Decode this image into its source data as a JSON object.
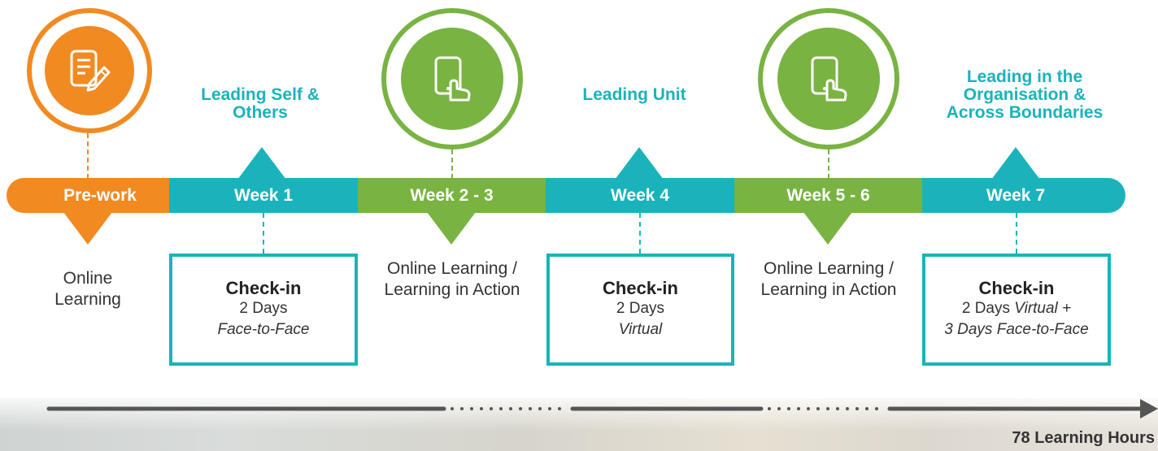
{
  "colors": {
    "orange": "#f18a21",
    "teal": "#1ab3bb",
    "green": "#79b342",
    "arrow": "#555555"
  },
  "icons": [
    "edit-document-icon",
    "tablet-touch-icon",
    "tablet-touch-icon"
  ],
  "phases": [
    {
      "label": "Pre-work",
      "color": "orange"
    },
    {
      "label": "Week 1",
      "color": "teal"
    },
    {
      "label": "Week 2 - 3",
      "color": "green"
    },
    {
      "label": "Week 4",
      "color": "teal"
    },
    {
      "label": "Week 5 - 6",
      "color": "green"
    },
    {
      "label": "Week 7",
      "color": "teal"
    }
  ],
  "titles": {
    "week1": [
      "Leading Self &",
      "Others"
    ],
    "week4": "Leading Unit",
    "week7": [
      "Leading in the",
      "Organisation &",
      "Across Boundaries"
    ]
  },
  "descriptions": {
    "prework": [
      "Online",
      "Learning"
    ],
    "week2_3": [
      "Online Learning /",
      "Learning in Action"
    ],
    "week5_6": [
      "Online Learning /",
      "Learning in Action"
    ]
  },
  "checkins": {
    "week1": {
      "title": "Check-in",
      "line1": "2 Days",
      "line2": "Face-to-Face"
    },
    "week4": {
      "title": "Check-in",
      "line1": "2 Days",
      "line2": "Virtual"
    },
    "week7": {
      "title": "Check-in",
      "line1_plain": "2 Days",
      "line1_italic": "Virtual +",
      "line2": "3 Days Face-to-Face"
    }
  },
  "footer": {
    "hours": "78 Learning Hours"
  }
}
